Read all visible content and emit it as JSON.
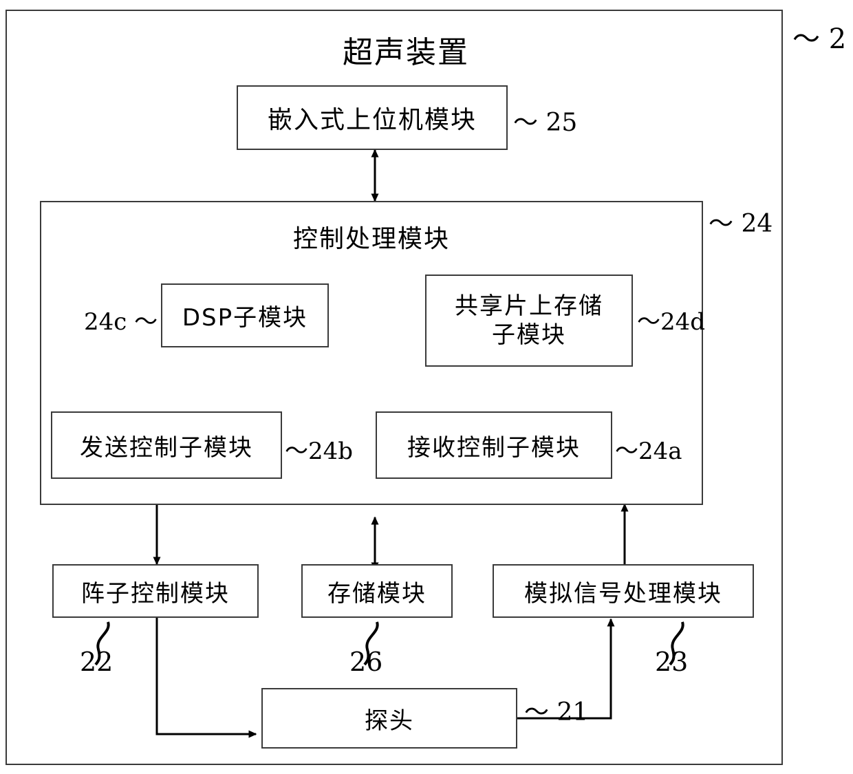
{
  "figure": {
    "title": "超声装置",
    "outer_label": "～ 2"
  },
  "boxes": {
    "host": {
      "label": "嵌入式上位机模块",
      "ref": "～ 25"
    },
    "control": {
      "label": "控制处理模块",
      "ref": "～ 24"
    },
    "dsp": {
      "label": "DSP子模块",
      "ref": "24c ～"
    },
    "shared_mem": {
      "label_line1": "共享片上存储",
      "label_line2": "子模块",
      "ref": "～24d"
    },
    "tx_ctrl": {
      "label": "发送控制子模块",
      "ref": "～24b"
    },
    "rx_ctrl": {
      "label": "接收控制子模块",
      "ref": "～24a"
    },
    "array_ctrl": {
      "label": "阵子控制模块",
      "ref": "22"
    },
    "storage": {
      "label": "存储模块",
      "ref": "26"
    },
    "analog": {
      "label": "模拟信号处理模块",
      "ref": "23"
    },
    "probe": {
      "label": "探头",
      "ref": "～ 21"
    }
  },
  "connections": [
    {
      "name": "host-control",
      "from": "control",
      "to": "host",
      "arrow": "both"
    },
    {
      "name": "shared-to-dsp",
      "from": "shared_mem",
      "to": "dsp",
      "arrow": "single"
    },
    {
      "name": "dsp-to-tx",
      "from": "dsp",
      "to": "tx_ctrl",
      "arrow": "single"
    },
    {
      "name": "rx-to-shared",
      "from": "rx_ctrl",
      "to": "shared_mem",
      "arrow": "single"
    },
    {
      "name": "control-to-array",
      "from": "control",
      "to": "array_ctrl",
      "arrow": "single"
    },
    {
      "name": "control-storage",
      "from": "control",
      "to": "storage",
      "arrow": "both"
    },
    {
      "name": "analog-to-control",
      "from": "analog",
      "to": "control",
      "arrow": "single"
    },
    {
      "name": "array-to-probe",
      "from": "array_ctrl",
      "to": "probe",
      "arrow": "single"
    },
    {
      "name": "probe-to-analog",
      "from": "probe",
      "to": "analog",
      "arrow": "single"
    }
  ],
  "colors": {
    "stroke": "#3a3a3a",
    "arrow": "#000000",
    "background": "#ffffff"
  }
}
